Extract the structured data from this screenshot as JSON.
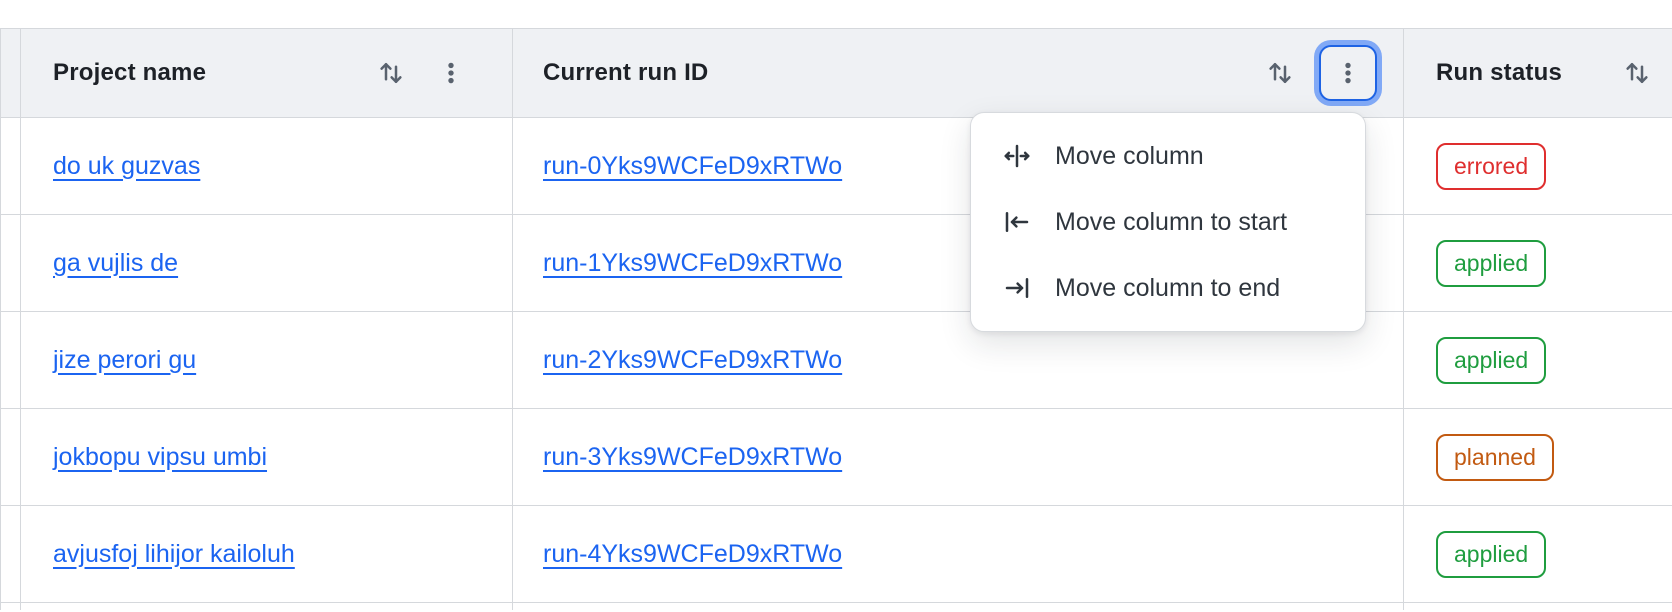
{
  "table": {
    "columns": [
      {
        "label": "Project name"
      },
      {
        "label": "Current run ID"
      },
      {
        "label": "Run status"
      }
    ],
    "rows": [
      {
        "project_name": "do uk guzvas",
        "run_id": "run-0Yks9WCFeD9xRTWo",
        "status": "errored"
      },
      {
        "project_name": "ga vujlis de",
        "run_id": "run-1Yks9WCFeD9xRTWo",
        "status": "applied"
      },
      {
        "project_name": "jize perori gu",
        "run_id": "run-2Yks9WCFeD9xRTWo",
        "status": "applied"
      },
      {
        "project_name": "jokbopu vipsu umbi",
        "run_id": "run-3Yks9WCFeD9xRTWo",
        "status": "planned"
      },
      {
        "project_name": "avjusfoj lihijor kailoluh",
        "run_id": "run-4Yks9WCFeD9xRTWo",
        "status": "applied"
      }
    ]
  },
  "column_menu": {
    "items": [
      {
        "label": "Move column",
        "icon": "move-column-icon"
      },
      {
        "label": "Move column to start",
        "icon": "move-column-to-start-icon"
      },
      {
        "label": "Move column to end",
        "icon": "move-column-to-end-icon"
      }
    ]
  },
  "icons": {
    "sort": "arrow-up-down-icon",
    "column_options": "kebab-menu-icon"
  },
  "colors": {
    "header_bg": "#eff1f4",
    "border": "#d5d8dc",
    "link": "#1b64f1",
    "status_errored": "#df2e2e",
    "status_applied": "#1f9d3f",
    "status_planned": "#c25a11",
    "focus_ring": "#81a9f6",
    "focus_border": "#1e63e4"
  }
}
